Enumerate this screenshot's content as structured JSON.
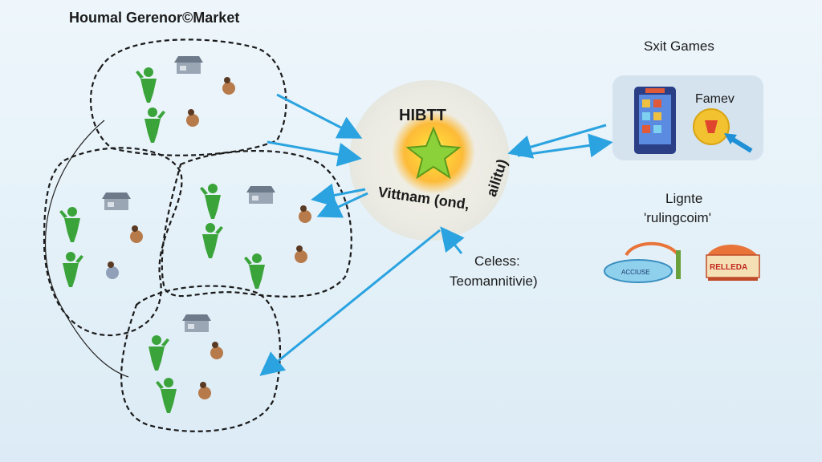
{
  "title": "Houmal Gerenor©Market",
  "center": {
    "line1": "HIBTT",
    "line2": "Vittnam (ond,",
    "line3": "ailitu)"
  },
  "right_top": {
    "title": "Sxit Games",
    "label": "Famev"
  },
  "right_mid": {
    "line1": "Lignte",
    "line2": "'rulingcoim'",
    "sign1": "ACCIUSE",
    "sign2": "RELLEDA"
  },
  "bottom_label": {
    "line1": "Celess:",
    "line2": "Teomannitivie)"
  },
  "colors": {
    "arrow": "#2aa3e0",
    "person": "#3aa43a",
    "star": "#8bd13a",
    "sun": "#ffc21a"
  }
}
